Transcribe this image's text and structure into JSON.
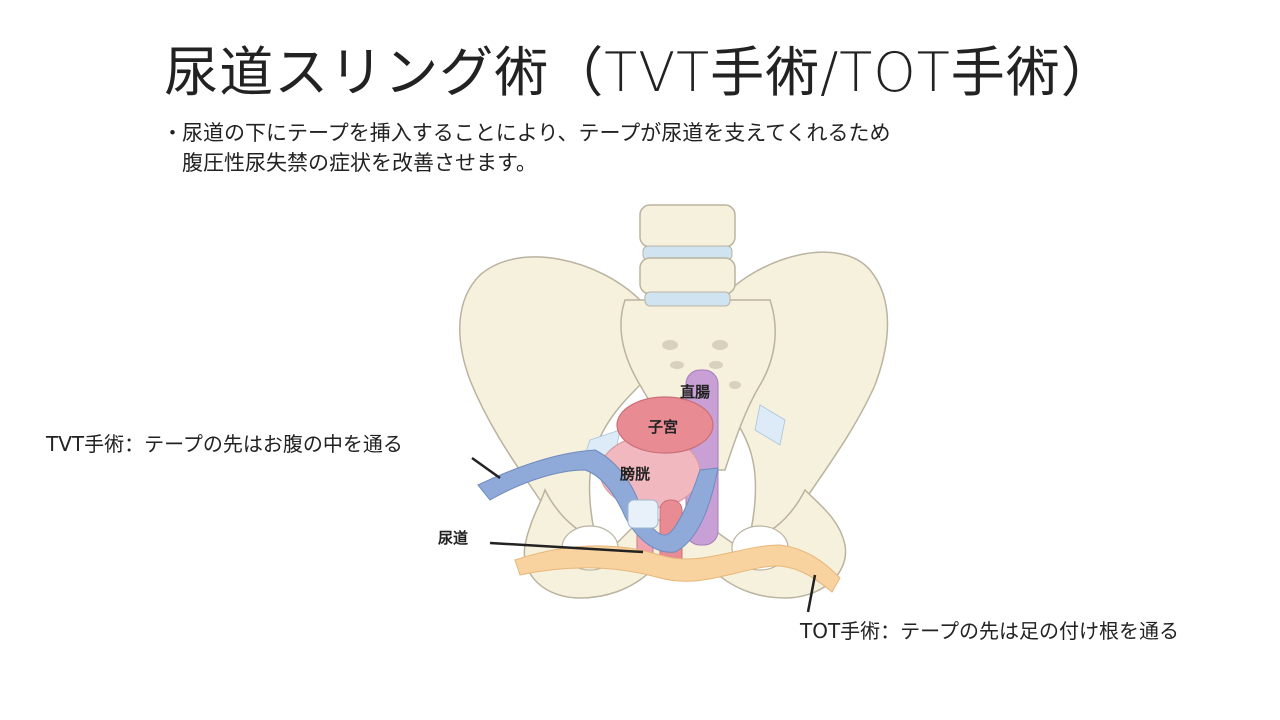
{
  "title": "尿道スリング術（TVT手術/TOT手術）",
  "bullet": {
    "marker": "・",
    "line1": "尿道の下にテープを挿入することにより、テープが尿道を支えてくれるため",
    "line2": "腹圧性尿失禁の症状を改善させます。"
  },
  "labels": {
    "rectum": "直腸",
    "uterus": "子宮",
    "bladder": "膀胱",
    "urethra": "尿道"
  },
  "callouts": {
    "tvt": "TVT手術：テープの先はお腹の中を通る",
    "tot": "TOT手術：テープの先は足の付け根を通る"
  },
  "colors": {
    "bone": "#f6f1dc",
    "bone_outline": "#b9b3a0",
    "disc": "#cfe3f1",
    "uterus": "#e98b93",
    "bladder": "#f2b8bf",
    "rectum": "#c9a0d6",
    "tvt_tape": "#8fa9d8",
    "tot_tape": "#f8d3a0",
    "urethra": "#f0a3ad"
  }
}
